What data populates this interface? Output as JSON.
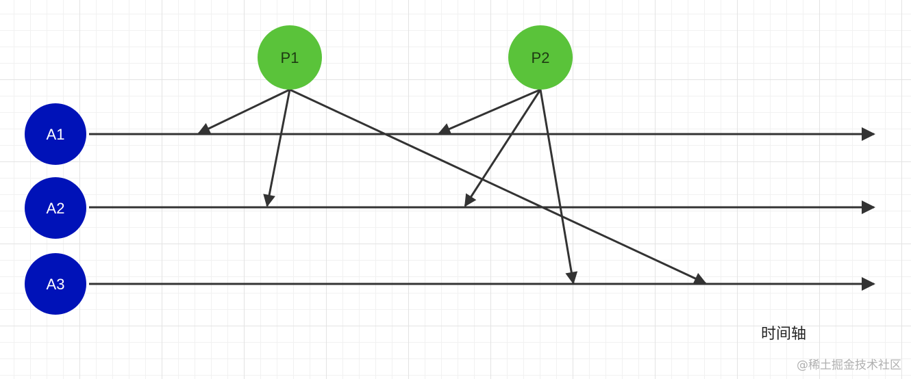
{
  "producers": [
    {
      "id": "P1",
      "label": "P1"
    },
    {
      "id": "P2",
      "label": "P2"
    }
  ],
  "consumers": [
    {
      "id": "A1",
      "label": "A1"
    },
    {
      "id": "A2",
      "label": "A2"
    },
    {
      "id": "A3",
      "label": "A3"
    }
  ],
  "messages": [
    {
      "from": "P1",
      "to": "A1"
    },
    {
      "from": "P1",
      "to": "A2"
    },
    {
      "from": "P1",
      "to": "A3"
    },
    {
      "from": "P2",
      "to": "A1"
    },
    {
      "from": "P2",
      "to": "A2"
    },
    {
      "from": "P2",
      "to": "A3"
    }
  ],
  "axis_label": "时间轴",
  "watermark": "@稀土掘金技术社区",
  "colors": {
    "producer": "#5ac33a",
    "consumer": "#0012b8",
    "line": "#333333",
    "watermark": "#b0b0b0"
  }
}
